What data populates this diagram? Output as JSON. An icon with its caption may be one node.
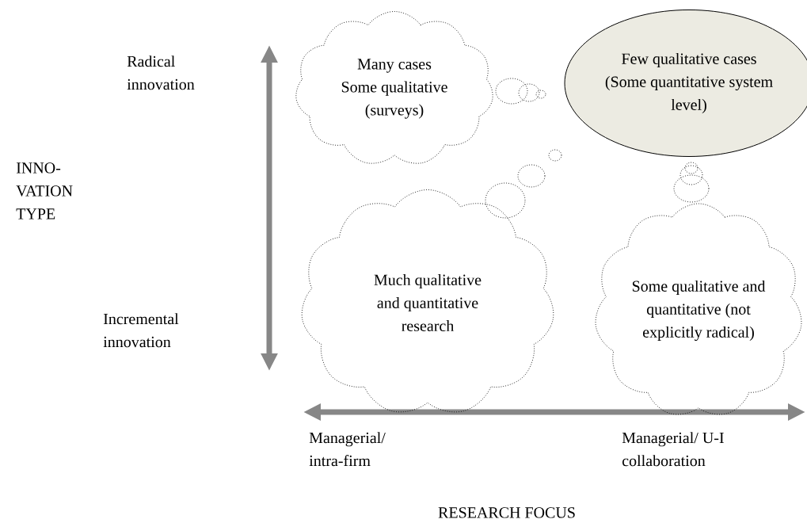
{
  "diagram": {
    "nodes": [
      {
        "text": [
          "Many cases Some qualitative (surveys)"
        ]
      },
      {
        "text": [
          "Few qualitative cases (Some quantitative system level)"
        ]
      },
      {
        "text": [
          "Much qualitative and quantitative research"
        ]
      },
      {
        "text": [
          "Some qualitative and quantitative (not explicitly radical)"
        ]
      }
    ],
    "labels": [
      "Radical innovation",
      "INNO- VATION TYPE",
      "Incremental innovation",
      "Managerial/ intra-firm",
      "Managerial/ U-I collaboration",
      "RESEARCH FOCUS"
    ]
  }
}
